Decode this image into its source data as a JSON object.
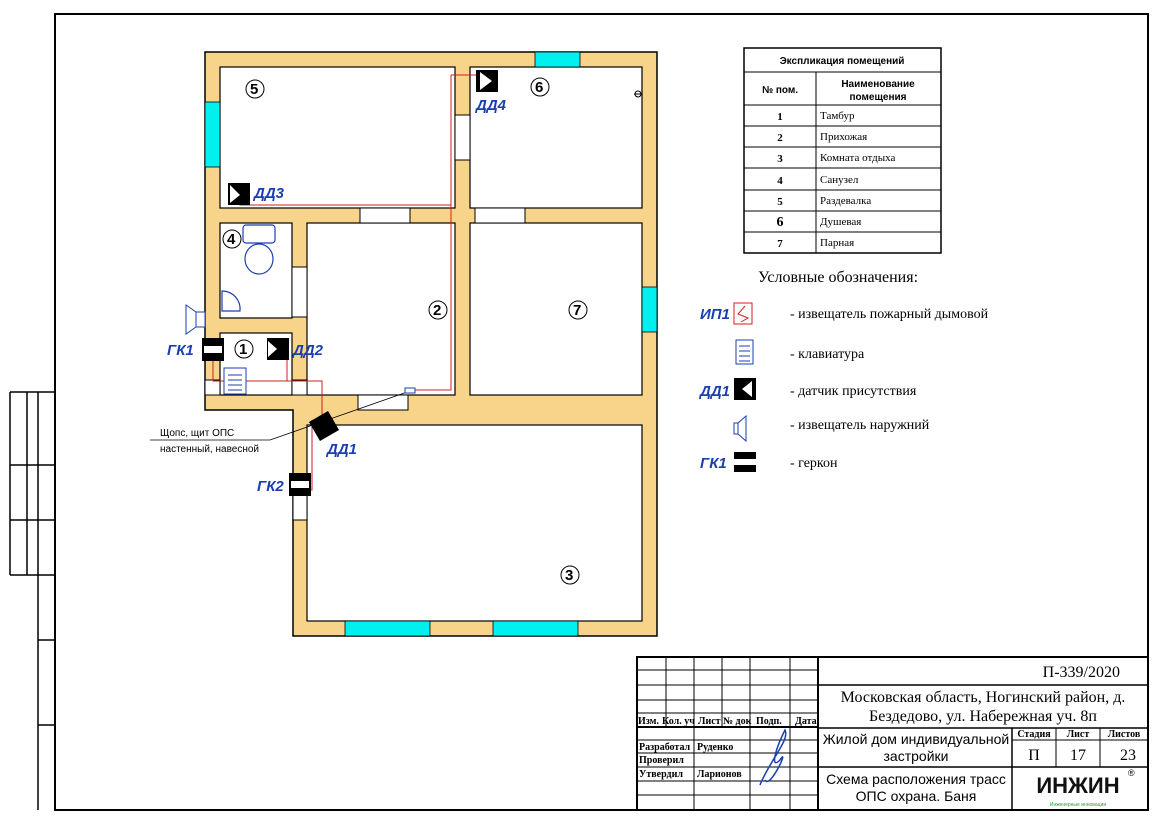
{
  "explication": {
    "title": "Экспликация помещений",
    "col_num": "№ пом.",
    "col_name_1": "Наименование",
    "col_name_2": "помещения",
    "rows": [
      {
        "num": "1",
        "name": "Тамбур"
      },
      {
        "num": "2",
        "name": "Прихожая"
      },
      {
        "num": "3",
        "name": "Комната отдыха"
      },
      {
        "num": "4",
        "name": "Санузел"
      },
      {
        "num": "5",
        "name": "Раздевалка"
      },
      {
        "num": "6",
        "name": "Душевая"
      },
      {
        "num": "7",
        "name": "Парная"
      }
    ]
  },
  "legend": {
    "title": "Условные обозначения:",
    "items": [
      {
        "code": "ИП1",
        "text": "- извещатель пожарный дымовой"
      },
      {
        "code": "",
        "text": "- клавиатура"
      },
      {
        "code": "ДД1",
        "text": "- датчик присутствия"
      },
      {
        "code": "",
        "text": "- извещатель наружний"
      },
      {
        "code": "ГК1",
        "text": "- геркон"
      }
    ]
  },
  "plan": {
    "rooms": [
      "1",
      "2",
      "3",
      "4",
      "5",
      "6",
      "7"
    ],
    "devices": {
      "dd1": "ДД1",
      "dd2": "ДД2",
      "dd3": "ДД3",
      "dd4": "ДД4",
      "gk1": "ГК1",
      "gk2": "ГК2"
    },
    "panel_note_1": "Щопс, щит ОПС",
    "panel_note_2": "настенный, навесной"
  },
  "stamp": {
    "code": "П-339/2020",
    "address_1": "Московская область, Ногинский район, д.",
    "address_2": "Бездедово, ул. Набережная уч. 8п",
    "object_1": "Жилой дом индивидуальной",
    "object_2": "застройки",
    "sheet_title_1": "Схема расположения трасс",
    "sheet_title_2": "ОПС охрана. Баня",
    "h_izm": "Изм.",
    "h_kol": "Кол. уч",
    "h_list": "Лист",
    "h_doc": "№ док",
    "h_podp": "Подп.",
    "h_data": "Дата",
    "r_razrab": "Разработал",
    "r_prov": "Проверил",
    "r_utv": "Утвердил",
    "n_razrab": "Руденко",
    "n_utv": "Ларионов",
    "stage_h": "Стадия",
    "sheet_h": "Лист",
    "sheets_h": "Листов",
    "stage": "П",
    "sheet": "17",
    "sheets": "23",
    "logo": "ИНЖИН",
    "logo_sub": "Инженерные инновации"
  },
  "colors": {
    "wall": "#f8d48a",
    "window": "#00f0f0",
    "wire": "#d02020",
    "label": "#1a3fb0"
  }
}
